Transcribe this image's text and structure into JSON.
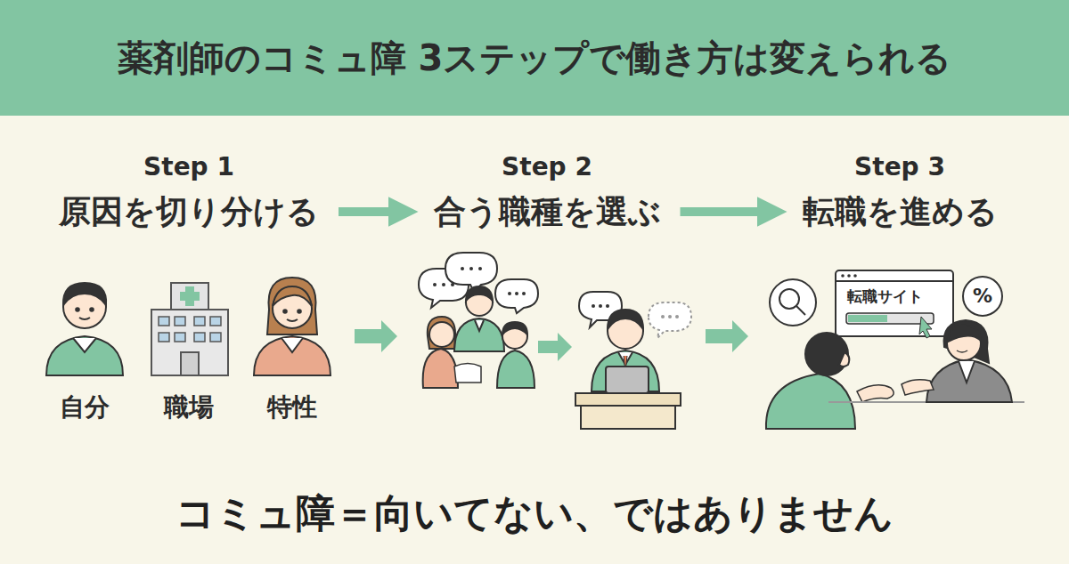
{
  "diagram": {
    "title": "薬剤師のコミュ障 3ステップで働き方は変えられる",
    "caption": "コミュ障＝向いてない、ではありません",
    "nodes": [
      {
        "text": [
          "Step 1",
          "原因を切り分ける"
        ]
      },
      {
        "text": [
          "Step 2",
          "合う職種を選ぶ"
        ]
      },
      {
        "text": [
          "Step 3",
          "転職を進める"
        ]
      }
    ],
    "edges": [
      {
        "from": 0,
        "to": 1,
        "arrow": "to"
      },
      {
        "from": 1,
        "to": 2,
        "arrow": "to"
      }
    ],
    "labels": [
      "自分",
      "職場",
      "特性",
      "転職サイト",
      "%"
    ]
  }
}
